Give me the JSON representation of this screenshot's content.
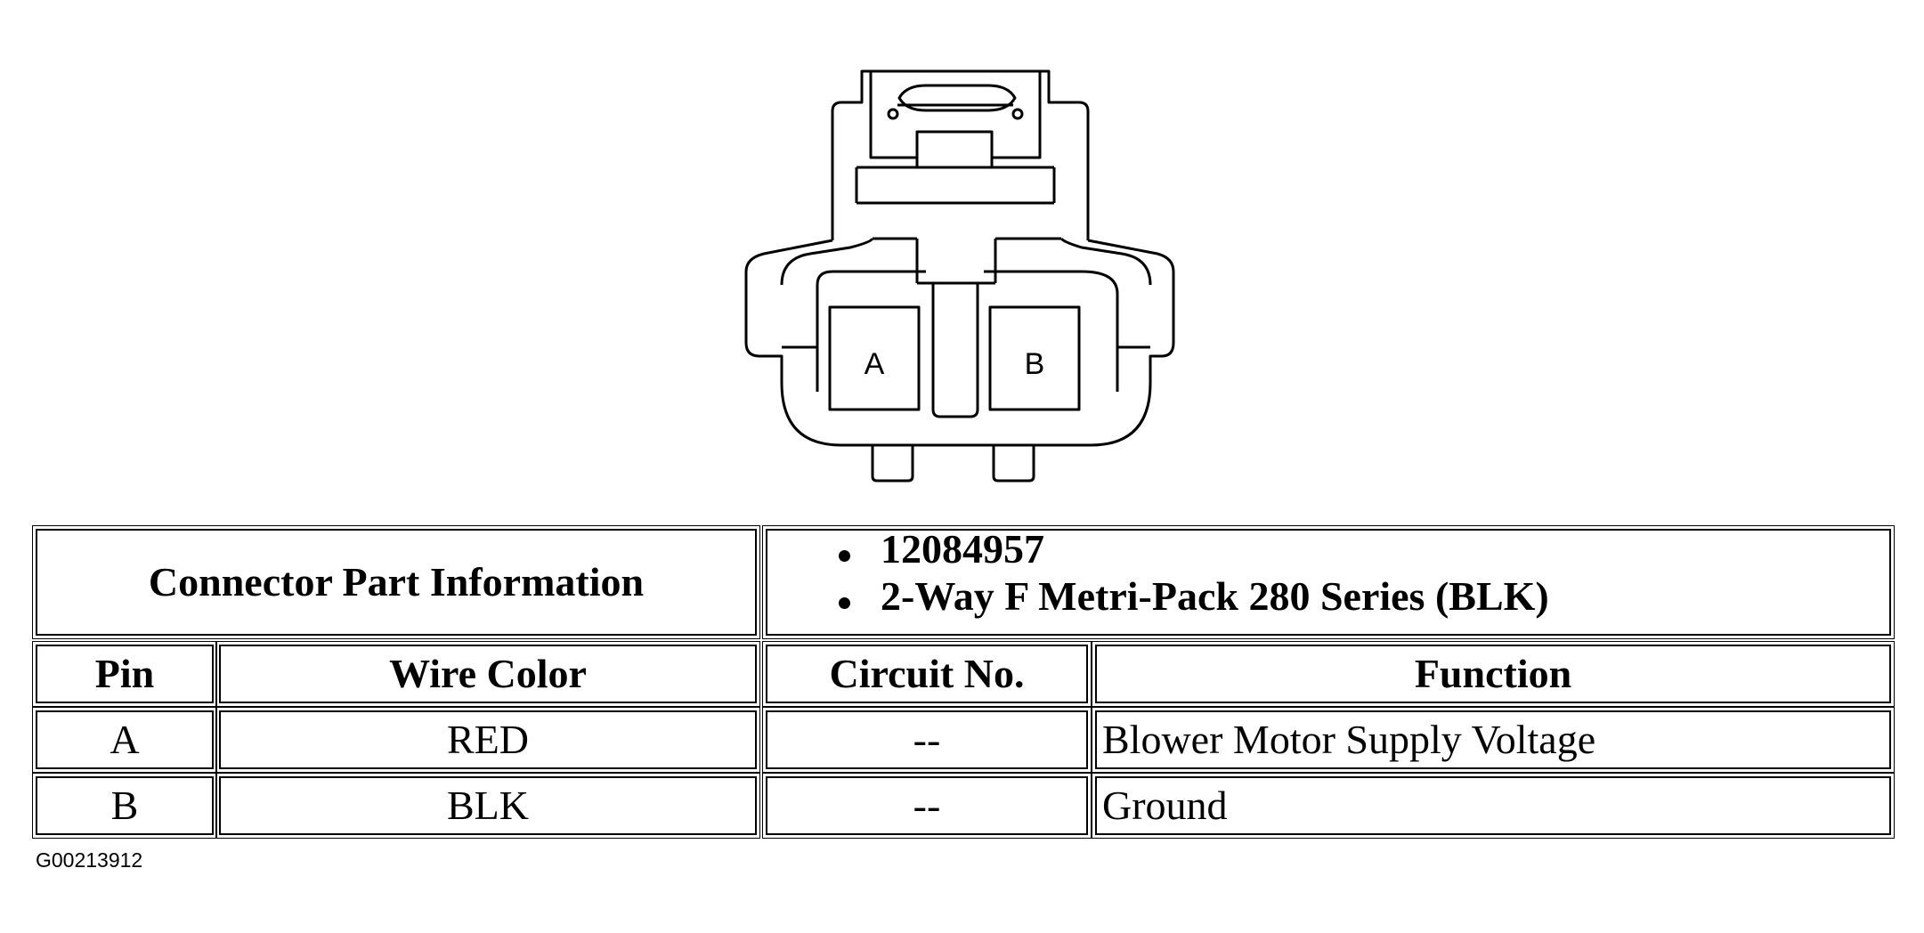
{
  "connector": {
    "pin_labels": [
      "A",
      "B"
    ]
  },
  "table": {
    "part_info_label": "Connector Part Information",
    "part_info_items": [
      "12084957",
      "2-Way F Metri-Pack 280 Series (BLK)"
    ],
    "headers": {
      "pin": "Pin",
      "wire_color": "Wire Color",
      "circuit_no": "Circuit No.",
      "function": "Function"
    },
    "rows": [
      {
        "pin": "A",
        "wire_color": "RED",
        "circuit_no": "--",
        "function": "Blower Motor Supply Voltage"
      },
      {
        "pin": "B",
        "wire_color": "BLK",
        "circuit_no": "--",
        "function": "Ground"
      }
    ]
  },
  "figure_id": "G00213912"
}
